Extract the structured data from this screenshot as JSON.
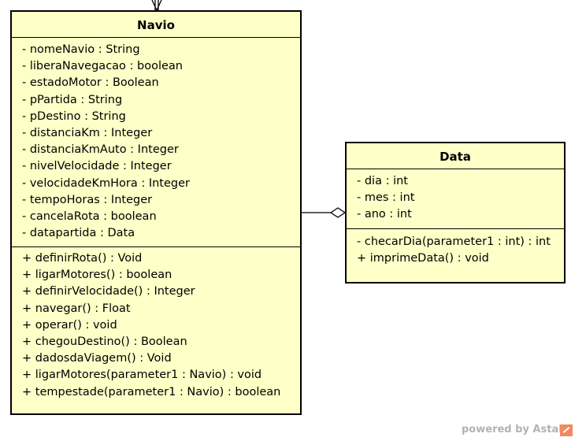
{
  "classes": {
    "navio": {
      "name": "Navio",
      "attributes": [
        "- nomeNavio : String",
        "- liberaNavegacao : boolean",
        "- estadoMotor : Boolean",
        "- pPartida : String",
        "- pDestino : String",
        "- distanciaKm : Integer",
        "- distanciaKmAuto : Integer",
        "- nivelVelocidade : Integer",
        "- velocidadeKmHora : Integer",
        "- tempoHoras : Integer",
        "- cancelaRota : boolean",
        "- datapartida : Data"
      ],
      "operations": [
        "+ definirRota() : Void",
        "+ ligarMotores() : boolean",
        "+ definirVelocidade() : Integer",
        "+ navegar() : Float",
        "+ operar() : void",
        "+ chegouDestino() : Boolean",
        "+ dadosdaViagem() : Void",
        "+ ligarMotores(parameter1 : Navio) : void",
        "+ tempestade(parameter1 : Navio) : boolean"
      ]
    },
    "data": {
      "name": "Data",
      "attributes": [
        "- dia : int",
        "- mes : int",
        "- ano : int"
      ],
      "operations": [
        "- checarDia(parameter1 : int) : int",
        "+ imprimeData() : void"
      ]
    }
  },
  "relationships": [
    {
      "type": "aggregation",
      "from": "Navio",
      "to": "Data"
    }
  ],
  "colors": {
    "class_fill": "#ffffc8",
    "border": "#000000",
    "watermark": "#b3b3b3",
    "watermark_logo": "#f08a5d"
  },
  "watermark": {
    "text": "powered by Astah"
  }
}
